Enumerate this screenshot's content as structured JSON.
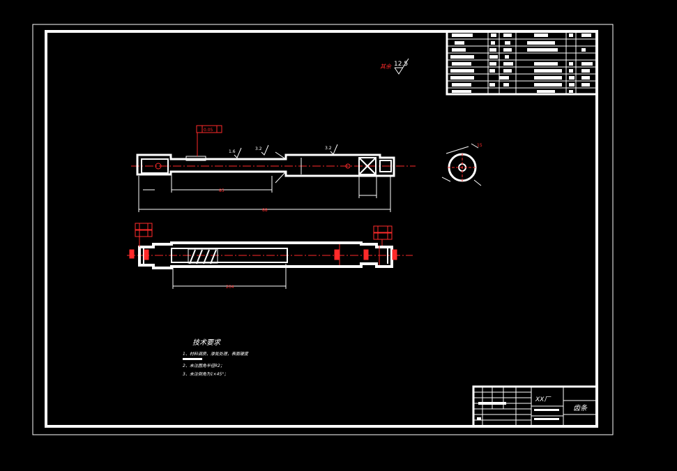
{
  "colors": {
    "background": "#000000",
    "frame": "#ffffff",
    "dimension": "#ff2a2a",
    "hatch": "#ffffff"
  },
  "roughness": {
    "prefix": "其余",
    "value": "12.5"
  },
  "dimensions": {
    "top_total": "88",
    "top_inner": "85",
    "bottom_inner": "204",
    "side_label": "15",
    "r1": "1.6",
    "r2": "3.2",
    "r3": "3.2",
    "flatness": "0.05"
  },
  "notes": {
    "title": "技术要求",
    "lines": [
      "1、材料调质，渗氮处理，表面硬度",
      "2、未注圆角半径R2；",
      "3、未注倒角为1×45°；"
    ]
  },
  "title_block": {
    "factory": "XX厂",
    "name": "齿条"
  }
}
